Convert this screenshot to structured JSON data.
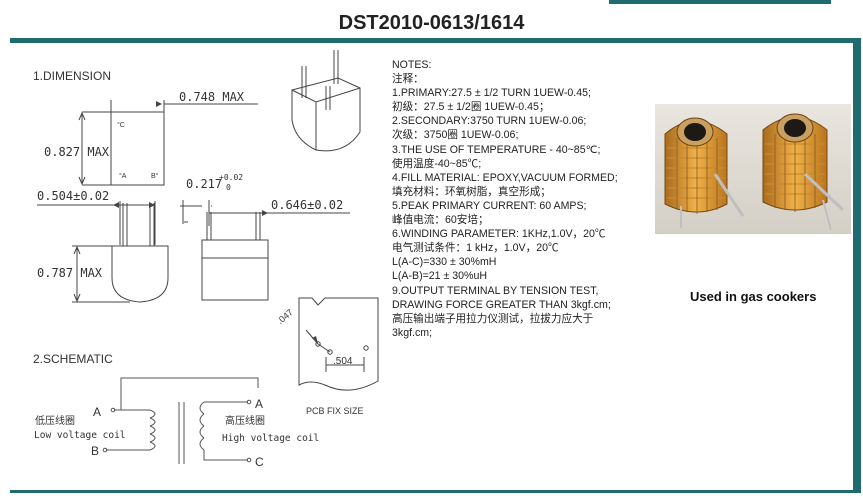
{
  "header": {
    "title": "DST2010-0613/1614"
  },
  "dimension": {
    "heading": "1.DIMENSION",
    "w_top": "0.748  MAX",
    "h_side": "0.827  MAX",
    "w_base": "0.504±0.02",
    "h_body": "0.787  MAX",
    "pin_sp": "0.217",
    "pin_sup": "+0.02",
    "pin_sub": "0",
    "w_side": "0.646±0.02",
    "lab_c": "°C",
    "lab_a": "°A",
    "lab_b": "B°",
    "pcb_047": ".047",
    "pcb_504": ".504",
    "pcb_label": "PCB FIX SIZE"
  },
  "schematic": {
    "heading": "2.SCHEMATIC",
    "a_left": "A",
    "b_left": "B",
    "low_cn": "低压线圈",
    "low_en": "Low voltage coil",
    "a_right": "A",
    "c_right": "C",
    "high_cn": "高压线圈",
    "high_en": "High voltage coil"
  },
  "notes": {
    "lines": [
      "NOTES:",
      "注释：",
      "  1.PRIMARY:27.5  ± 1/2    TURN 1UEW-0.45;",
      "    初级：27.5 ± 1/2圈 1UEW-0.45；",
      "  2.SECONDARY:3750 TURN 1UEW-0.06;",
      "    次级：3750圈 1UEW-0.06;",
      "  3.THE USE OF TEMPERATURE - 40~85℃;",
      "    使用温度-40~85℃;",
      "  4.FILL MATERIAL:  EPOXY,VACUUM  FORMED;",
      "    填充材料：环氧树脂，真空形成；",
      "  5.PEAK PRIMARY  CURRENT: 60 AMPS;",
      "    峰值电流：60安培；",
      "  6.WINDING PARAMETER: 1KHz,1.0V，20℃",
      "   电气测试条件：1 kHz，1.0V，20℃",
      "    L(A-C)=330 ± 30%mH",
      "    L(A-B)=21 ± 30%uH",
      "  9.OUTPUT TERMINAL BY TENSION TEST,",
      "DRAWING FORCE GREATER THAN 3kgf.cm;",
      "    高压输出端子用拉力仪测试，拉拔力应大于",
      "3kgf.cm;"
    ]
  },
  "photo": {
    "caption": "Used in gas cookers"
  },
  "colors": {
    "accent": "#1f6b70",
    "coil": "#e0a03a",
    "background": "#ffffff"
  }
}
